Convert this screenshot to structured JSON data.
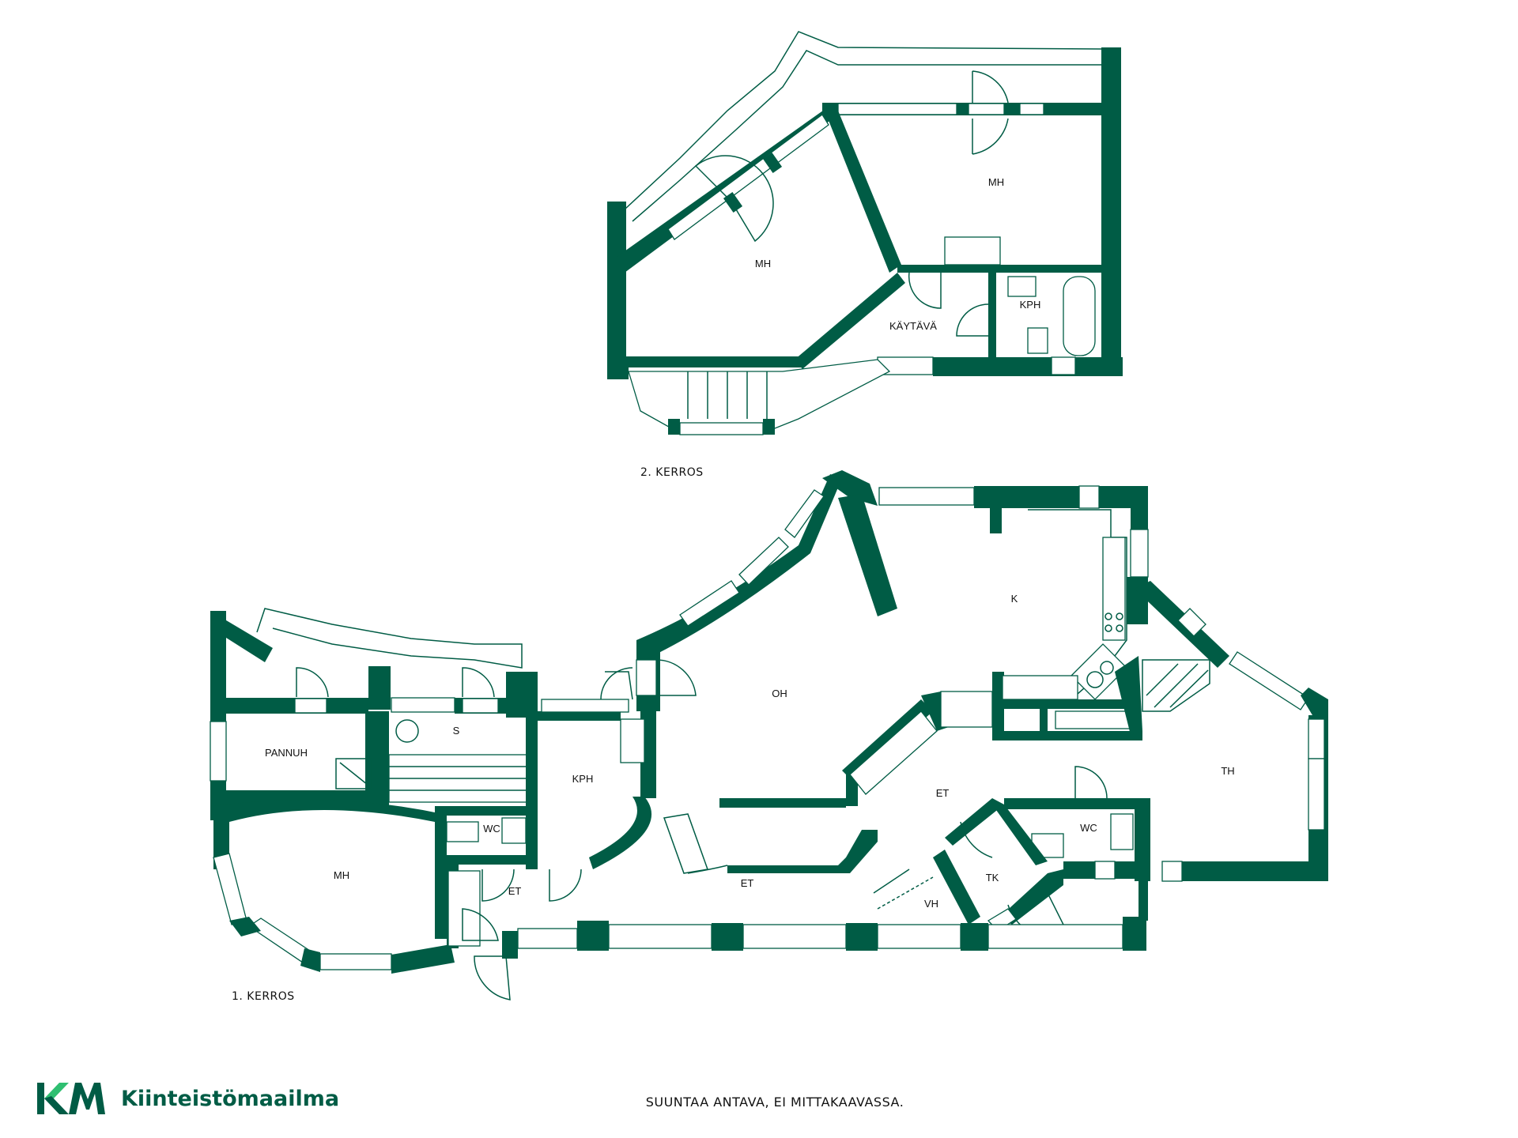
{
  "floors": {
    "upper": {
      "label": "2. KERROS",
      "rooms": [
        "MH",
        "MH",
        "KÄYTÄVÄ",
        "KPH"
      ]
    },
    "lower": {
      "label": "1. KERROS",
      "rooms": [
        "K",
        "OH",
        "TH",
        "S",
        "PANNUH",
        "KPH",
        "MH",
        "WC",
        "ET",
        "ET",
        "ET",
        "WC",
        "TK",
        "VH"
      ]
    }
  },
  "footer": {
    "note": "SUUNTAA ANTAVA, EI MITTAKAAVASSA."
  },
  "brand": {
    "logo_text": "KM",
    "name": "Kiinteistömaailma"
  },
  "colors": {
    "wall": "#005c45",
    "logo_dark": "#005c45",
    "logo_light": "#2fbf71"
  }
}
